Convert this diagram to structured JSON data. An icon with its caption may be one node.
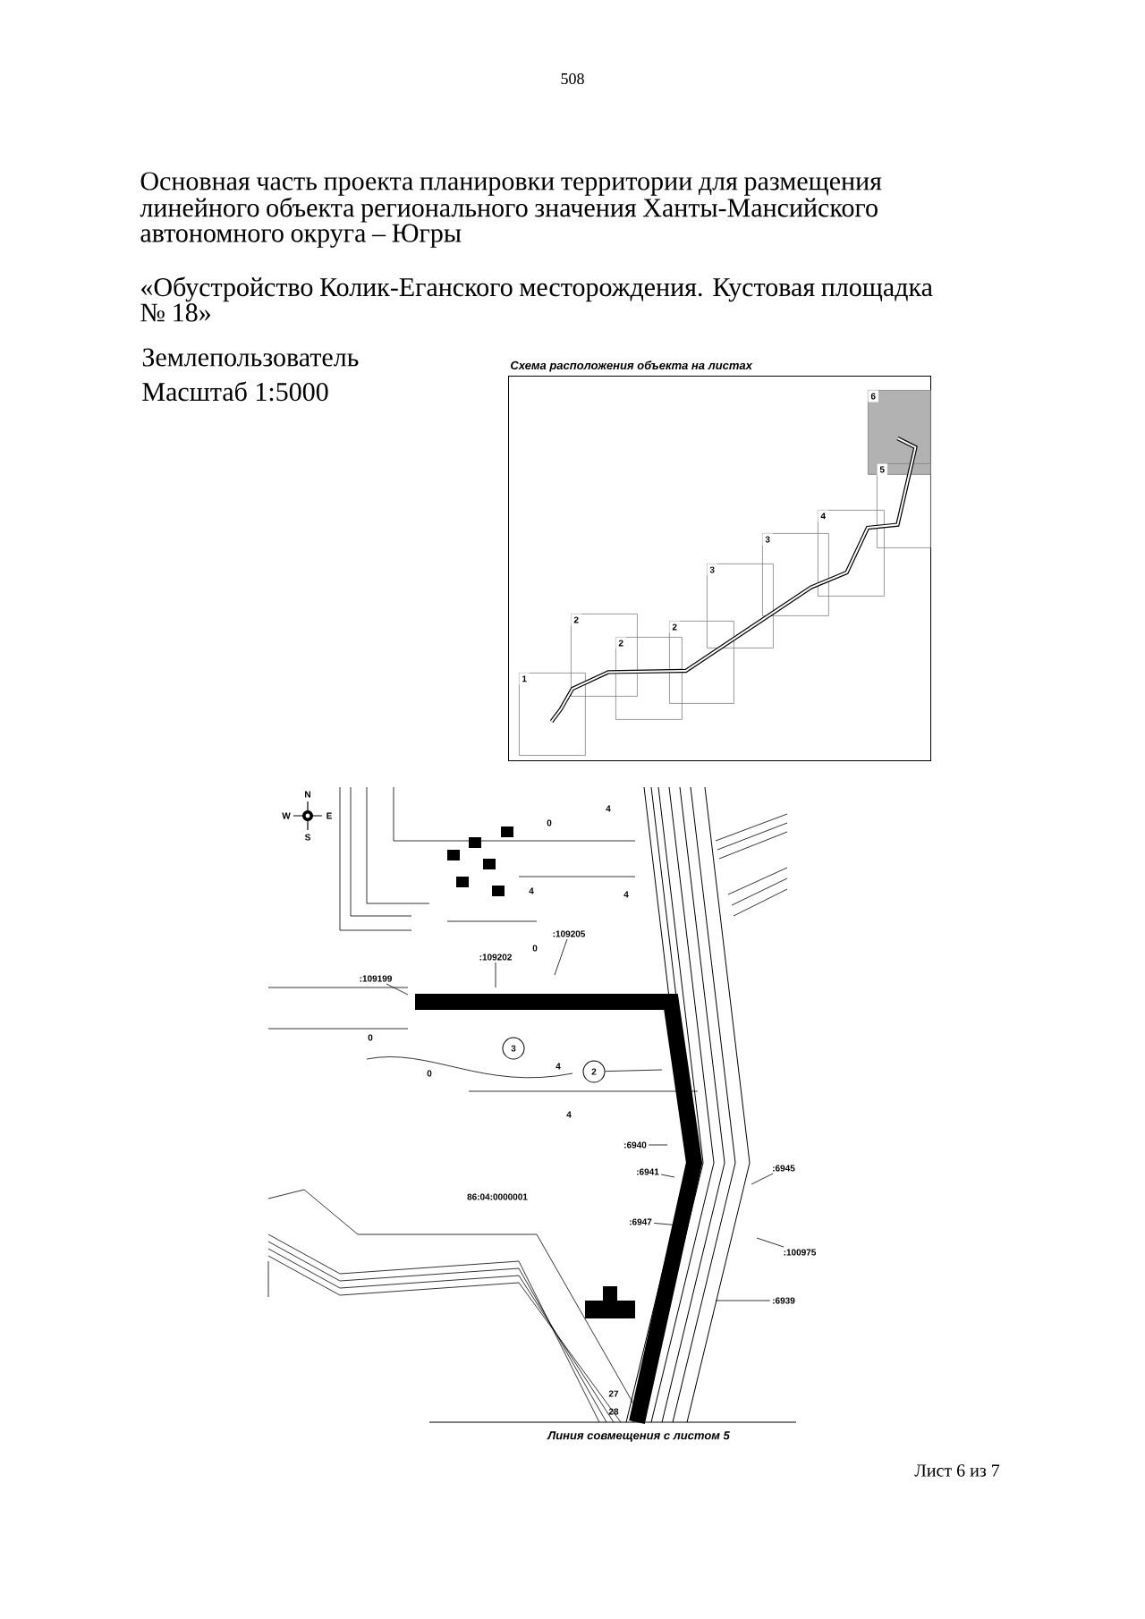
{
  "diagram": {
    "title": "Основная часть проекта планировки территории для размещения линейного объекта регионального значения Ханты-Мансийского автономного округа – Югры",
    "nodes": [
      {
        "text": [
          "Схема расположения объекта на листах"
        ]
      },
      {
        "text": [
          "1"
        ],
        "in": 0
      },
      {
        "text": [
          "2"
        ],
        "in": 0
      },
      {
        "text": [
          "2"
        ],
        "in": 0
      },
      {
        "text": [
          "2"
        ],
        "in": 0
      },
      {
        "text": [
          "3"
        ],
        "in": 0
      },
      {
        "text": [
          "3"
        ],
        "in": 0
      },
      {
        "text": [
          "4"
        ],
        "in": 0
      },
      {
        "text": [
          "5"
        ],
        "in": 0
      },
      {
        "text": [
          "6"
        ],
        "in": 0
      },
      {
        "text": [
          ":109205"
        ]
      },
      {
        "text": [
          ":109202"
        ]
      },
      {
        "text": [
          ":109199"
        ]
      },
      {
        "text": [
          "3"
        ]
      },
      {
        "text": [
          "2"
        ]
      },
      {
        "text": [
          ":6940"
        ]
      },
      {
        "text": [
          ":6941"
        ]
      },
      {
        "text": [
          ":6945"
        ]
      },
      {
        "text": [
          ":6947"
        ]
      },
      {
        "text": [
          ":100975"
        ]
      },
      {
        "text": [
          ":6939"
        ]
      }
    ],
    "edges": [
      {
        "from": 10,
        "to": null,
        "arrow": "none"
      },
      {
        "from": 11,
        "to": null,
        "arrow": "none"
      },
      {
        "from": 12,
        "to": null,
        "arrow": "none"
      },
      {
        "from": 14,
        "to": null,
        "arrow": "none"
      },
      {
        "from": 15,
        "to": null,
        "arrow": "none"
      },
      {
        "from": 16,
        "to": null,
        "arrow": "none"
      },
      {
        "from": 17,
        "to": null,
        "arrow": "none"
      },
      {
        "from": 18,
        "to": null,
        "arrow": "none"
      },
      {
        "from": 19,
        "to": null,
        "arrow": "none"
      },
      {
        "from": 20,
        "to": null,
        "arrow": "none"
      }
    ],
    "labels": [
      "508",
      "«Обустройство Колик-Еганского месторождения. Кустовая площадка № 18»",
      "Землепользователь",
      "Масштаб 1:5000",
      "N",
      "W",
      "E",
      "S",
      "0",
      "4",
      "4",
      "0",
      "4",
      "0",
      "0",
      "4",
      "4",
      "86:04:0000001",
      "27",
      "28",
      "Линия совмещения с листом 5",
      "Лист 6 из 7"
    ]
  }
}
